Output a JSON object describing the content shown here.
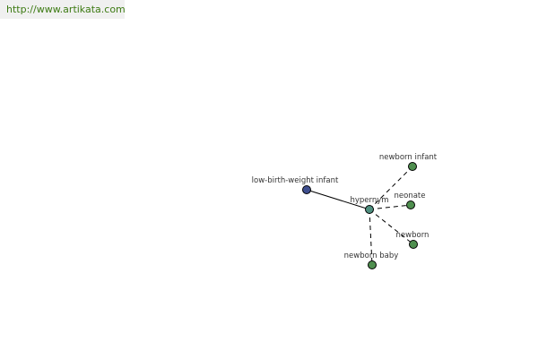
{
  "site": {
    "url": "http://www.artikata.com"
  },
  "graph": {
    "center": {
      "id": "center",
      "label": "hypernym",
      "color": "#4f8f7f"
    },
    "nodes": [
      {
        "id": "lbw",
        "label": "low-birth-weight infant",
        "color": "#3f4f8f"
      },
      {
        "id": "ni",
        "label": "newborn infant",
        "color": "#4f8f4f"
      },
      {
        "id": "neo",
        "label": "neonate",
        "color": "#4f8f4f"
      },
      {
        "id": "nb",
        "label": "newborn",
        "color": "#4f8f4f"
      },
      {
        "id": "nbb",
        "label": "newborn baby",
        "color": "#4f8f4f"
      }
    ],
    "edges": [
      {
        "from": "lbw",
        "to": "center",
        "style": "solid"
      },
      {
        "from": "center",
        "to": "ni",
        "style": "dashed"
      },
      {
        "from": "center",
        "to": "neo",
        "style": "dashed"
      },
      {
        "from": "center",
        "to": "nb",
        "style": "dashed"
      },
      {
        "from": "center",
        "to": "nbb",
        "style": "dashed"
      }
    ]
  }
}
